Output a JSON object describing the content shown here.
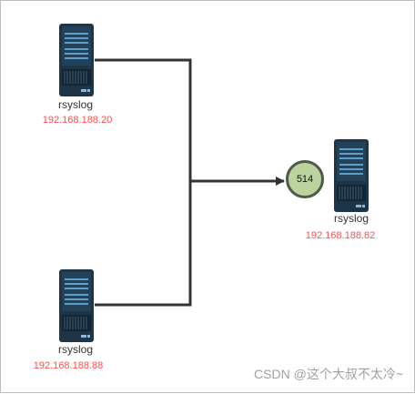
{
  "colors": {
    "server_body": "#1e3447",
    "server_lines": "#5e9ec9",
    "ip_text": "#ff4d4d",
    "connector": "#333333",
    "port_fill": "#bcd39e",
    "port_stroke": "#4e5b4b"
  },
  "sources": [
    {
      "name": "rsyslog",
      "ip": "192.168.188.20",
      "icon": "server-icon"
    },
    {
      "name": "rsyslog",
      "ip": "192.168.188.88",
      "icon": "server-icon"
    }
  ],
  "target": {
    "name": "rsyslog",
    "ip": "192.168.188.82",
    "port": "514",
    "icon": "server-icon"
  },
  "watermark": "CSDN @这个大叔不太冷~"
}
